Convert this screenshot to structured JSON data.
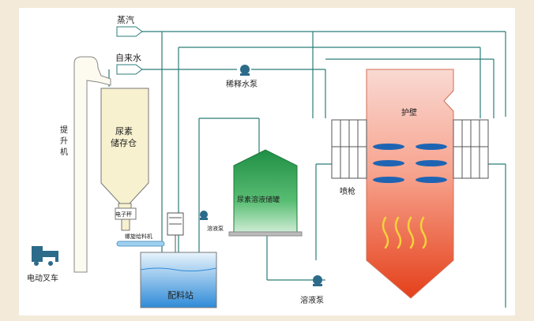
{
  "labels": {
    "steam": "蒸汽",
    "tap_water": "自来水",
    "dilution_pump": "稀释水泵",
    "hoist_line1": "提",
    "hoist_line2": "升",
    "hoist_line3": "机",
    "silo_line1": "尿素",
    "silo_line2": "储存仓",
    "scale": "电子秤",
    "screw_feeder": "螺旋给料机",
    "forklift": "电动叉车",
    "mixing_station": "配料站",
    "solution_pump_small": "溶液泵",
    "storage_tank": "尿素溶液储罐",
    "solution_pump": "溶液泵",
    "water_wall": "护壁",
    "lance": "喷枪"
  },
  "colors": {
    "pipe": "#2a7d78",
    "pump": "#2c6b8a",
    "tank_green": "#2e9e4f",
    "silo_fill": "#f7f1cf",
    "flame_top": "#f7b3a6",
    "flame_bottom": "#e64b1e",
    "nozzle": "#1f64b3",
    "water": "#6cb3e6"
  }
}
